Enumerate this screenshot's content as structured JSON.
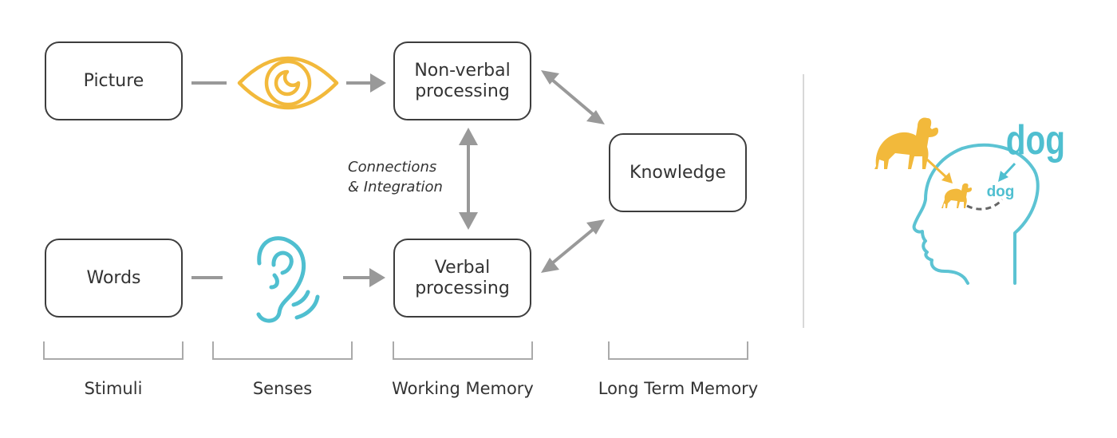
{
  "nodes": {
    "picture": "Picture",
    "words": "Words",
    "nonverbal_line1": "Non-verbal",
    "nonverbal_line2": "processing",
    "verbal_line1": "Verbal",
    "verbal_line2": "processing",
    "knowledge": "Knowledge"
  },
  "annotation": {
    "line1": "Connections",
    "line2": "& Integration"
  },
  "stages": [
    "Stimuli",
    "Senses",
    "Working Memory",
    "Long Term Memory"
  ],
  "illustration": {
    "big_word": "dog",
    "small_word": "dog"
  },
  "icons": {
    "eye": "eye-icon",
    "ear": "ear-icon",
    "dog": "dog-icon",
    "head": "head-profile-icon"
  },
  "colors": {
    "box_border": "#3d3d3d",
    "arrow": "#999999",
    "eye_yellow": "#f2b93b",
    "ear_blue": "#4fbfd0",
    "dog_yellow": "#f2b93b",
    "head_blue": "#5cc3d3",
    "bracket": "#aaaaaa"
  }
}
